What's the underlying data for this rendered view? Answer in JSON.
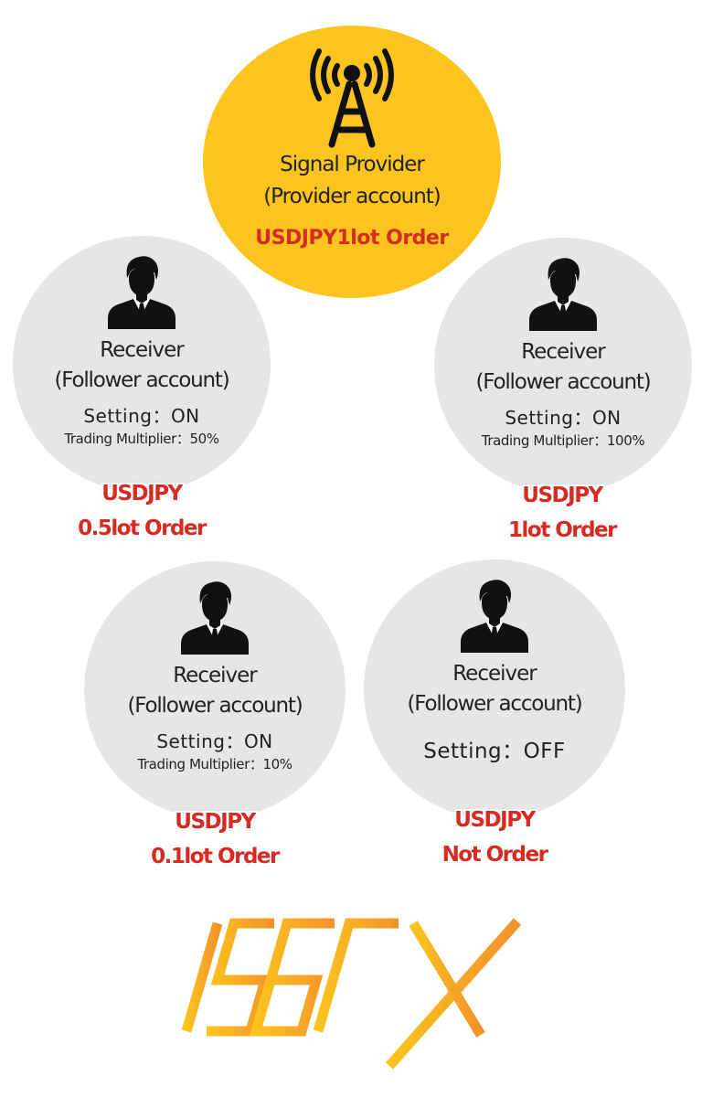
{
  "provider": {
    "icon": "signal-tower-icon",
    "title": "Signal Provider",
    "subtitle": "(Provider account)",
    "order": "USDJPY1lot Order"
  },
  "receivers": [
    {
      "icon": "person-icon",
      "title": "Receiver",
      "subtitle": "(Follower account)",
      "setting": "Setting：ON",
      "multiplier": "Trading Multiplier：50%",
      "order_line1": "USDJPY",
      "order_line2": "0.5lot Order"
    },
    {
      "icon": "person-icon",
      "title": "Receiver",
      "subtitle": "(Follower account)",
      "setting": "Setting：ON",
      "multiplier": "Trading Multiplier：100%",
      "order_line1": "USDJPY",
      "order_line2": "1lot Order"
    },
    {
      "icon": "person-icon",
      "title": "Receiver",
      "subtitle": "(Follower account)",
      "setting": "Setting：ON",
      "multiplier": "Trading Multiplier：10%",
      "order_line1": "USDJPY",
      "order_line2": "0.1lot Order"
    },
    {
      "icon": "person-icon",
      "title": "Receiver",
      "subtitle": "(Follower account)",
      "setting": "Setting：OFF",
      "order_line1": "USDJPY",
      "order_line2": "Not Order"
    }
  ],
  "logo": {
    "text": "IS6FX"
  },
  "colors": {
    "provider_circle": "#fbc41f",
    "receiver_circle": "#e6e6e6",
    "order_text": "#d62a23",
    "logo_gradient_start": "#fbc41f",
    "logo_gradient_end": "#f2922a"
  }
}
